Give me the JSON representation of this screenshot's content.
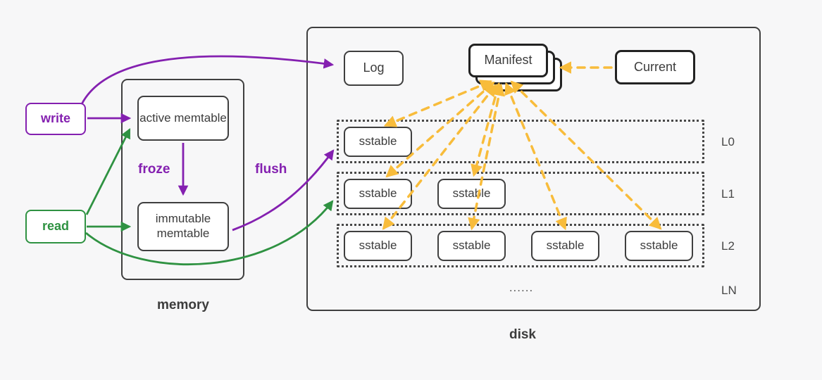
{
  "colors": {
    "purple": "#8420b0",
    "green": "#2f9242",
    "yellow": "#f8bc3b",
    "border": "#3f3f3f",
    "text": "#3c3c3c",
    "bg": "#f7f7f8"
  },
  "memory": {
    "label": "memory",
    "write_label": "write",
    "read_label": "read",
    "active_memtable_label": "active memtable",
    "immutable_memtable_label": "immutable memtable",
    "froze_label": "froze",
    "flush_label": "flush"
  },
  "disk": {
    "label": "disk",
    "log_label": "Log",
    "manifest_label": "Manifest",
    "current_label": "Current",
    "levels": [
      {
        "name": "L0",
        "sstables": [
          "sstable"
        ]
      },
      {
        "name": "L1",
        "sstables": [
          "sstable",
          "sstable"
        ]
      },
      {
        "name": "L2",
        "sstables": [
          "sstable",
          "sstable",
          "sstable",
          "sstable"
        ]
      },
      {
        "name": "LN",
        "ellipsis": "......"
      }
    ]
  }
}
